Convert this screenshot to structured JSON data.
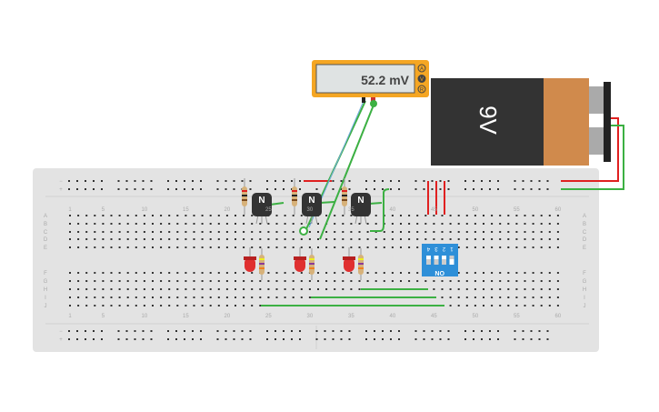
{
  "multimeter": {
    "reading": "52.2 mV",
    "modes": [
      "A",
      "V",
      "R"
    ],
    "selected_mode": "V"
  },
  "battery": {
    "label": "9V"
  },
  "breadboard": {
    "rows_top": [
      "A",
      "B",
      "C",
      "D",
      "E"
    ],
    "rows_bottom": [
      "F",
      "G",
      "H",
      "I",
      "J"
    ],
    "column_numbers": [
      "1",
      "5",
      "10",
      "15",
      "20",
      "25",
      "30",
      "35",
      "40",
      "45",
      "50",
      "55",
      "60"
    ],
    "rail_minus": "−",
    "rail_plus": "+"
  },
  "transistors": [
    {
      "label": "N"
    },
    {
      "label": "N"
    },
    {
      "label": "N"
    }
  ],
  "dip_switch": {
    "numbers": [
      "4",
      "3",
      "2",
      "1"
    ],
    "on_label": "ON"
  },
  "colors": {
    "wire_green": "#3cb043",
    "wire_red": "#e02020",
    "board": "#e4e4e4",
    "multimeter": "#f5a623",
    "dip": "#2e8fd8"
  }
}
